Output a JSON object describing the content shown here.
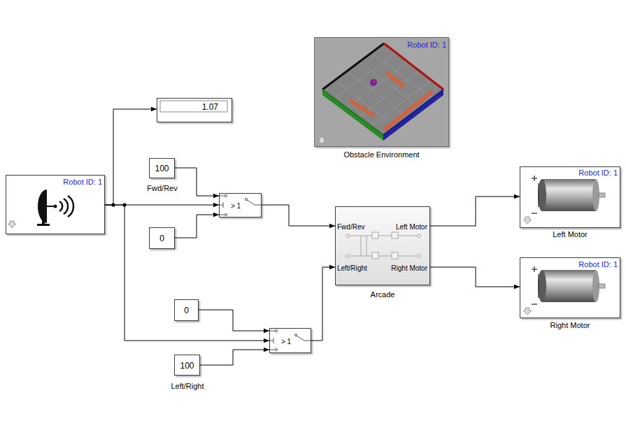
{
  "diagram": {
    "nodes": [
      {
        "text": [
          "Robot ID: 1",
          "Obstacle Environment"
        ]
      },
      {
        "text": [
          "1.07"
        ]
      },
      {
        "text": [
          "100",
          "Fwd/Rev"
        ]
      },
      {
        "text": [
          "Robot ID: 1",
          "Left Motor"
        ]
      },
      {
        "text": [
          "Robot ID: 1"
        ]
      },
      {
        "text": [
          "> 1"
        ]
      },
      {
        "text": [
          "Fwd/Rev",
          "Left Motor",
          "Left/Right",
          "Right Motor",
          "Arcade"
        ]
      },
      {
        "text": [
          "0"
        ]
      },
      {
        "text": [
          "Robot ID: 1",
          "Right Motor"
        ]
      },
      {
        "text": [
          "0"
        ]
      },
      {
        "text": [
          "> 1"
        ]
      },
      {
        "text": [
          "100",
          "Left/Right"
        ]
      }
    ],
    "edges": [
      {
        "from": 4,
        "to": 1,
        "arrow": "to"
      },
      {
        "from": 2,
        "to": 5,
        "arrow": "to"
      },
      {
        "from": 4,
        "to": 5,
        "arrow": "to"
      },
      {
        "from": 7,
        "to": 5,
        "arrow": "to"
      },
      {
        "from": 5,
        "to": 6,
        "arrow": "to"
      },
      {
        "from": 6,
        "to": 3,
        "arrow": "to"
      },
      {
        "from": 4,
        "to": 10,
        "arrow": "to"
      },
      {
        "from": 9,
        "to": 10,
        "arrow": "to"
      },
      {
        "from": 6,
        "to": 8,
        "arrow": "to"
      },
      {
        "from": 11,
        "to": 10,
        "arrow": "to"
      },
      {
        "from": 10,
        "to": 6,
        "arrow": "to"
      }
    ]
  }
}
